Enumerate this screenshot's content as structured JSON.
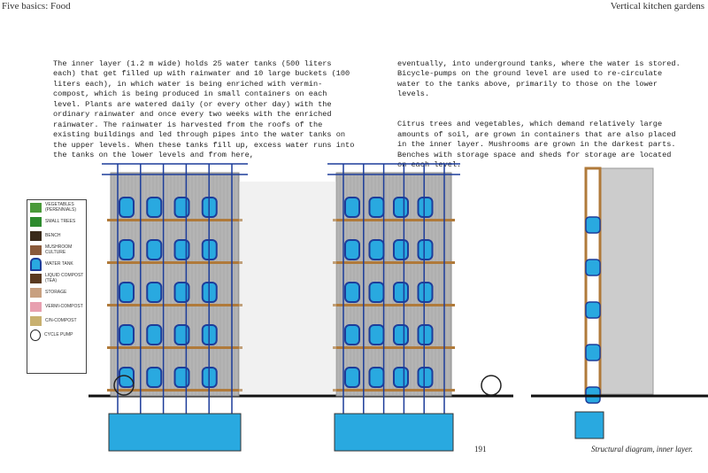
{
  "header": {
    "left": "Five basics: Food",
    "right": "Vertical kitchen gardens"
  },
  "text": {
    "col1": "The inner layer (1.2 m wide) holds 25 water tanks (500 liters each) that get filled up with rainwater and 10 large buckets (100 liters each), in which water is being enriched with vermin-compost, which is being produced in small containers on each level. Plants are watered daily (or every other day) with the ordinary rainwater and once every two weeks with the enriched rainwater. The rainwater is harvested from the roofs of the existing buildings and led through pipes into the water tanks on the upper levels. When these tanks fill up, excess water runs into the tanks on the lower levels and from here,",
    "col2_p1": "eventually, into underground tanks, where the water is stored. Bicycle-pumps on the ground level are used to re-circulate water to the tanks above, primarily to those on the lower levels.",
    "col2_p2": "Citrus trees and vegetables, which demand relatively large amounts of soil, are grown in containers that are also placed in the inner layer. Mushrooms are grown in the darkest parts. Benches with storage space and sheds for storage are located on each level."
  },
  "legend": [
    {
      "label": "VEGETABLES (PERENNIALS)",
      "icon": "vegetables-icon",
      "color": "#4a9a3a"
    },
    {
      "label": "SMALL TREES",
      "icon": "tree-icon",
      "color": "#2e8b2e"
    },
    {
      "label": "BENCH",
      "icon": "bench-icon",
      "color": "#3a2a1a"
    },
    {
      "label": "MUSHROOM CULTURE",
      "icon": "mushroom-icon",
      "color": "#8a5a3a"
    },
    {
      "label": "WATER TANK",
      "icon": "water-tank-icon",
      "color": "#29a9e0"
    },
    {
      "label": "LIQUID COMPOST (TEA)",
      "icon": "liquid-compost-icon",
      "color": "#5a3a20"
    },
    {
      "label": "STORAGE",
      "icon": "storage-icon",
      "color": "#c8a080"
    },
    {
      "label": "VERMI-COMPOST",
      "icon": "vermi-compost-icon",
      "color": "#e8a0b0"
    },
    {
      "label": "C/N-COMPOST",
      "icon": "cn-compost-icon",
      "color": "#c8b070"
    },
    {
      "label": "CYCLE PUMP",
      "icon": "cycle-pump-icon",
      "color": "#222222"
    }
  ],
  "footer": {
    "page": "191",
    "caption": "Structural diagram, inner layer."
  },
  "colors": {
    "pipe": "#1d3d9a",
    "water": "#29a9e0",
    "wall": "#9a9a9a",
    "shelf": "#b07a3a"
  }
}
